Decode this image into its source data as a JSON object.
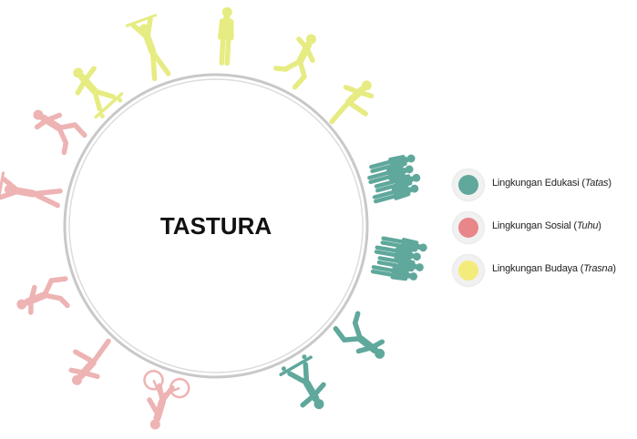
{
  "center_label": "TASTURA",
  "legend": [
    {
      "name": "Lingkungan Edukasi (",
      "term": "Tatas",
      "close": ")",
      "color": "#5fa89b"
    },
    {
      "name": "Lingkungan Sosial (",
      "term": "Tuhu",
      "close": ")",
      "color": "#e8868a"
    },
    {
      "name": "Lingkungan Budaya (",
      "term": "Trasna",
      "close": ")",
      "color": "#f3ec7a"
    }
  ],
  "figure_colors": {
    "yellow": "#e6ec82",
    "teal": "#5fa89b",
    "pink": "#eeb3b3"
  },
  "figures": [
    {
      "kind": "skate",
      "group": "yellow"
    },
    {
      "kind": "lift",
      "group": "yellow"
    },
    {
      "kind": "stand",
      "group": "yellow"
    },
    {
      "kind": "run",
      "group": "yellow"
    },
    {
      "kind": "kick",
      "group": "yellow"
    },
    {
      "kind": "group",
      "group": "teal"
    },
    {
      "kind": "group",
      "group": "teal"
    },
    {
      "kind": "run",
      "group": "teal"
    },
    {
      "kind": "skate",
      "group": "teal"
    },
    {
      "kind": "bike",
      "group": "pink"
    },
    {
      "kind": "kick",
      "group": "pink"
    },
    {
      "kind": "run",
      "group": "pink"
    },
    {
      "kind": "lift",
      "group": "pink"
    },
    {
      "kind": "run",
      "group": "pink"
    }
  ]
}
